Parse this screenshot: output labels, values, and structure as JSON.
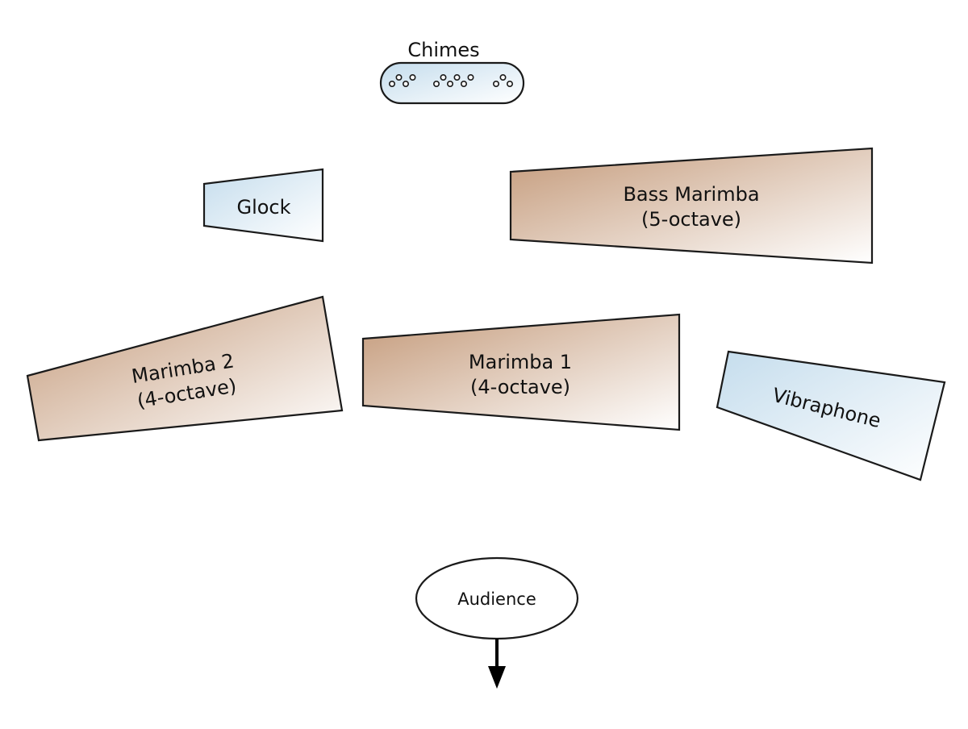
{
  "colors": {
    "wood_dark": "#c49a7a",
    "wood_light": "#ffffff",
    "metal_dark": "#c5dded",
    "metal_light": "#ffffff",
    "outline": "#1a1a1a",
    "background": "#ffffff"
  },
  "chimes": {
    "label": "Chimes"
  },
  "glock": {
    "label": "Glock"
  },
  "bass_marimba": {
    "line1": "Bass Marimba",
    "line2": "(5-octave)"
  },
  "marimba2": {
    "line1": "Marimba 2",
    "line2": "(4-octave)"
  },
  "marimba1": {
    "line1": "Marimba 1",
    "line2": "(4-octave)"
  },
  "vibraphone": {
    "label": "Vibraphone"
  },
  "audience": {
    "label": "Audience"
  }
}
